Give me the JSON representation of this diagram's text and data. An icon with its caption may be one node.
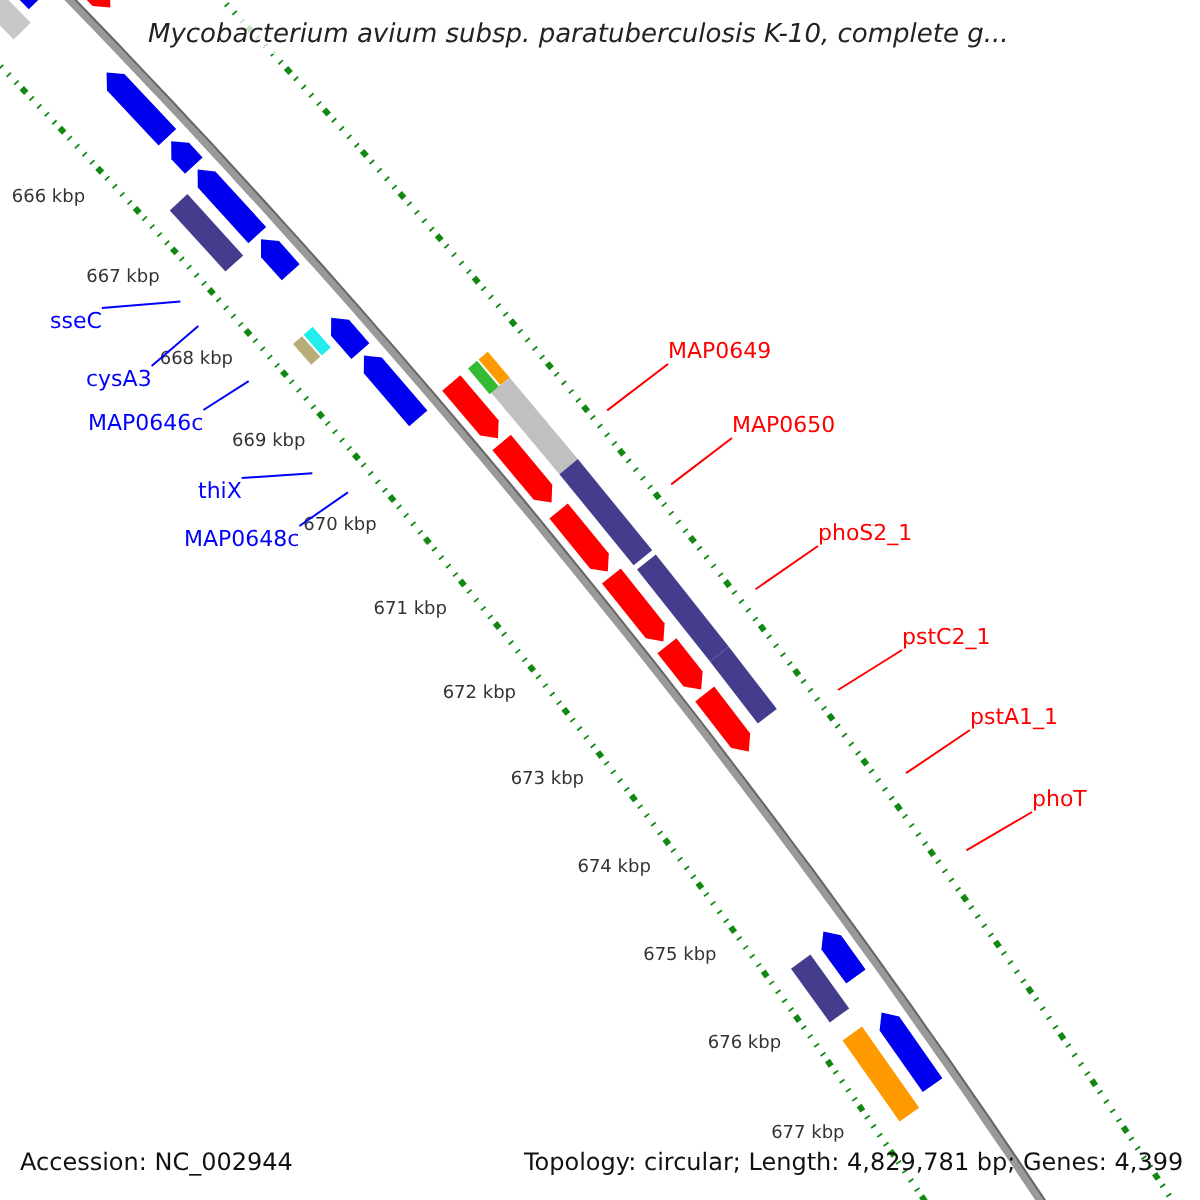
{
  "diagram": {
    "title": "Mycobacterium avium subsp. paratuberculosis K-10, complete g...",
    "nodes": [
      {
        "text": [
          "sseC"
        ]
      },
      {
        "text": [
          "cysA3"
        ]
      },
      {
        "text": [
          "MAP0646c"
        ]
      },
      {
        "text": [
          "thiX"
        ]
      },
      {
        "text": [
          "MAP0648c"
        ]
      },
      {
        "text": [
          "MAP0649"
        ]
      },
      {
        "text": [
          "MAP0650"
        ]
      },
      {
        "text": [
          "phoS2_1"
        ]
      },
      {
        "text": [
          "pstC2_1"
        ]
      },
      {
        "text": [
          "pstA1_1"
        ]
      },
      {
        "text": [
          "phoT"
        ]
      }
    ],
    "edges": [
      {
        "from": 0,
        "to": null,
        "arrow": "none",
        "color": "#0000ff"
      },
      {
        "from": 1,
        "to": null,
        "arrow": "none",
        "color": "#0000ff"
      },
      {
        "from": 2,
        "to": null,
        "arrow": "none",
        "color": "#0000ff"
      },
      {
        "from": 3,
        "to": null,
        "arrow": "none",
        "color": "#0000ff"
      },
      {
        "from": 4,
        "to": null,
        "arrow": "none",
        "color": "#0000ff"
      },
      {
        "from": 5,
        "to": null,
        "arrow": "none",
        "color": "#ff0000"
      },
      {
        "from": 6,
        "to": null,
        "arrow": "none",
        "color": "#ff0000"
      },
      {
        "from": 7,
        "to": null,
        "arrow": "none",
        "color": "#ff0000"
      },
      {
        "from": 8,
        "to": null,
        "arrow": "none",
        "color": "#ff0000"
      },
      {
        "from": 9,
        "to": null,
        "arrow": "none",
        "color": "#ff0000"
      },
      {
        "from": 10,
        "to": null,
        "arrow": "none",
        "color": "#ff0000"
      }
    ],
    "labels": [
      "666 kbp",
      "667 kbp",
      "668 kbp",
      "669 kbp",
      "670 kbp",
      "671 kbp",
      "672 kbp",
      "673 kbp",
      "674 kbp",
      "675 kbp",
      "676 kbp",
      "677 kbp",
      "Accession: NC_002944",
      "Topology: circular; Length: 4,829,781 bp; Genes: 4,399"
    ]
  }
}
